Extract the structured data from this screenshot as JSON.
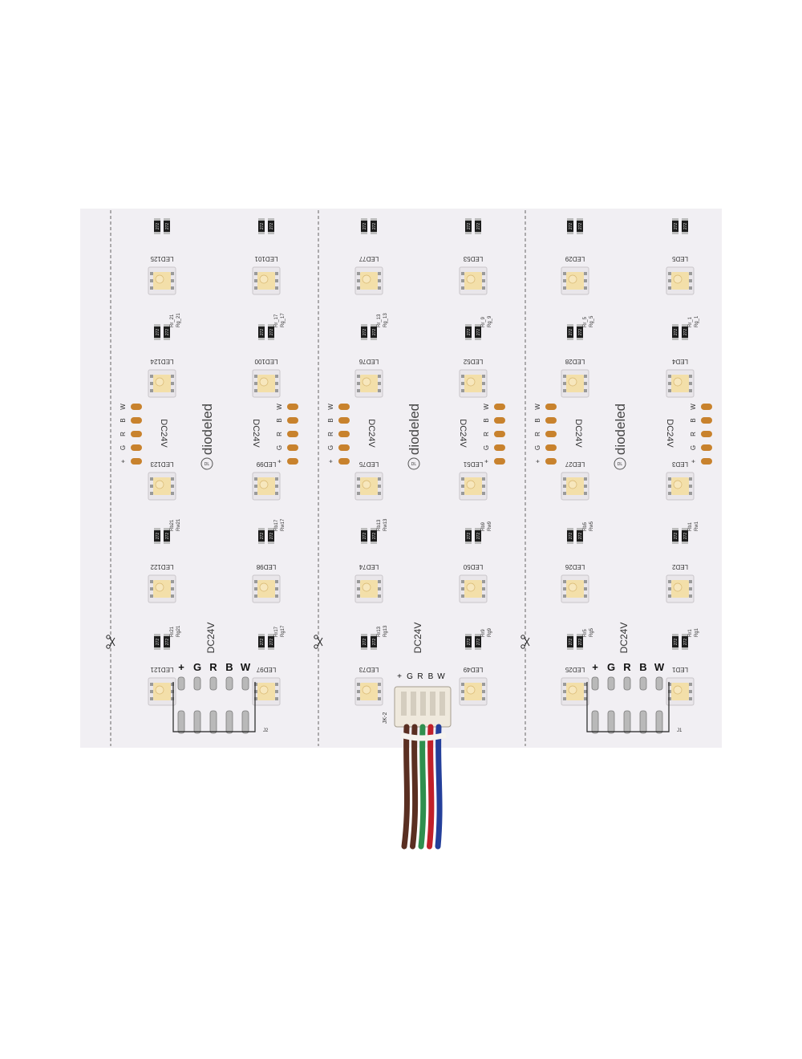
{
  "brand": "diodeled",
  "brand_mark": "DL",
  "voltage": "DC24V",
  "pins": [
    "+",
    "G",
    "R",
    "B",
    "W"
  ],
  "connector_labels": {
    "left": "J2",
    "right": "J1",
    "center": "JK-2"
  },
  "strips": [
    {
      "a_col": [
        "LED125",
        "LED124",
        "LED123",
        "LED122",
        "LED121"
      ],
      "b_col": [
        "LED101",
        "LED100",
        "LED99",
        "LED98",
        "LED97"
      ],
      "res_a_top": [
        "Rr_21",
        "Rg_21"
      ],
      "res_b_top": [
        "Rr_17",
        "Rg_17"
      ],
      "res_a_mid": [
        "Rb21",
        "Rw21"
      ],
      "res_b_mid": [
        "Rb17",
        "Rw17"
      ],
      "res_a_low": [
        "Rr21",
        "Rg21"
      ],
      "res_b_low": [
        "Rr17",
        "Rg17"
      ]
    },
    {
      "a_col": [
        "LED77",
        "LED76",
        "LED75",
        "LED74",
        "LED73"
      ],
      "b_col": [
        "LED53",
        "LED52",
        "LED51",
        "LED50",
        "LED49"
      ],
      "res_a_top": [
        "Rr_13",
        "Rg_13"
      ],
      "res_b_top": [
        "Rr_9",
        "Rg_9"
      ],
      "res_a_mid": [
        "Rb13",
        "Rw13"
      ],
      "res_b_mid": [
        "Rb9",
        "Rw9"
      ],
      "res_a_low": [
        "Rr13",
        "Rg13"
      ],
      "res_b_low": [
        "Rr9",
        "Rg9"
      ]
    },
    {
      "a_col": [
        "LED29",
        "LED28",
        "LED27",
        "LED26",
        "LED25"
      ],
      "b_col": [
        "LED5",
        "LED4",
        "LED3",
        "LED2",
        "LED1"
      ],
      "res_a_top": [
        "Rr_5",
        "Rg_5"
      ],
      "res_b_top": [
        "Rr_1",
        "Rg_1"
      ],
      "res_a_mid": [
        "Rb5",
        "Rw5"
      ],
      "res_b_mid": [
        "Rb1",
        "Rw1"
      ],
      "res_a_low": [
        "Rr5",
        "Rg5"
      ],
      "res_b_low": [
        "Rr1",
        "Rg1"
      ]
    }
  ],
  "resistor_value": "272",
  "colors": {
    "board": "#f1eff3",
    "pad": "#c8822d",
    "wire_brown": "#5a2f22",
    "wire_green": "#2f8f4e",
    "wire_red": "#c0202a",
    "wire_blue": "#243f9a"
  }
}
